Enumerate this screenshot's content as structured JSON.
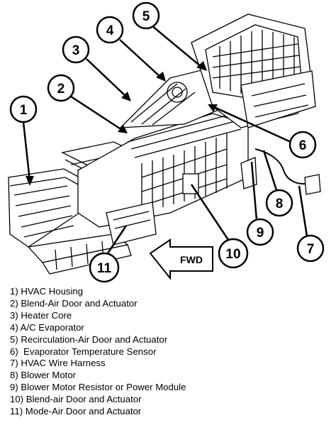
{
  "diagram": {
    "callouts": [
      "1",
      "2",
      "3",
      "4",
      "5",
      "6",
      "7",
      "8",
      "9",
      "10",
      "11"
    ],
    "fwd_label": "FWD"
  },
  "legend": [
    "1) HVAC Housing",
    "2) Blend-Air Door and Actuator",
    "3) Heater Core",
    "4) A/C Evaporator",
    "5) Recirculation-Air Door and Actuator",
    "6)  Evaporator Temperature Sensor",
    "7) HVAC Wire Harness",
    "8) Blower Motor",
    "9) Blower Motor Resistor or Power Module",
    "10) Blend-air Door and Actuator",
    "11) Mode-Air Door and Actuator"
  ]
}
